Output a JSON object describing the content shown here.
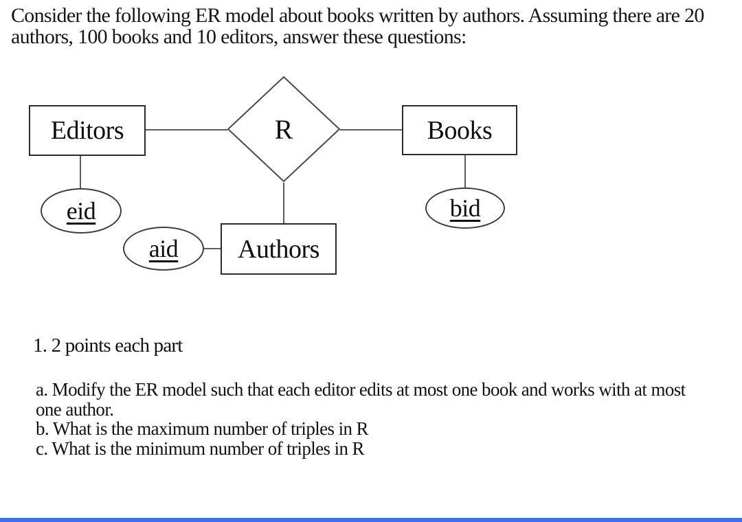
{
  "intro": {
    "line1": "Consider the following ER model about books written by authors. Assuming there are 20",
    "line2": "authors, 100 books and 10 editors, answer these questions:"
  },
  "diagram": {
    "entities": [
      {
        "id": "editors",
        "label": "Editors"
      },
      {
        "id": "books",
        "label": "Books"
      },
      {
        "id": "authors",
        "label": "Authors"
      }
    ],
    "relationship": {
      "label": "R"
    },
    "attributes": [
      {
        "id": "eid",
        "label": "eid",
        "primary_key": true,
        "attached_to": "Editors"
      },
      {
        "id": "bid",
        "label": "bid",
        "primary_key": true,
        "attached_to": "Books"
      },
      {
        "id": "aid",
        "label": "aid",
        "primary_key": true,
        "attached_to": "Authors"
      }
    ],
    "connections": [
      {
        "from": "Editors",
        "to": "R"
      },
      {
        "from": "R",
        "to": "Books"
      },
      {
        "from": "R",
        "to": "Authors"
      },
      {
        "from": "Editors",
        "to": "eid"
      },
      {
        "from": "Books",
        "to": "bid"
      },
      {
        "from": "aid",
        "to": "Authors"
      }
    ]
  },
  "questions": {
    "heading": "1. 2 points each part",
    "a1": "a. Modify the ER model such that each editor edits at most one book and works with at most",
    "a2": "one author.",
    "b": "b. What is the maximum number of triples in R",
    "c": "c. What is the minimum number of triples in R"
  },
  "colors": {
    "accent_bar": "#4170e2",
    "ink": "#151515",
    "connector_line": "#5d5d5d"
  }
}
